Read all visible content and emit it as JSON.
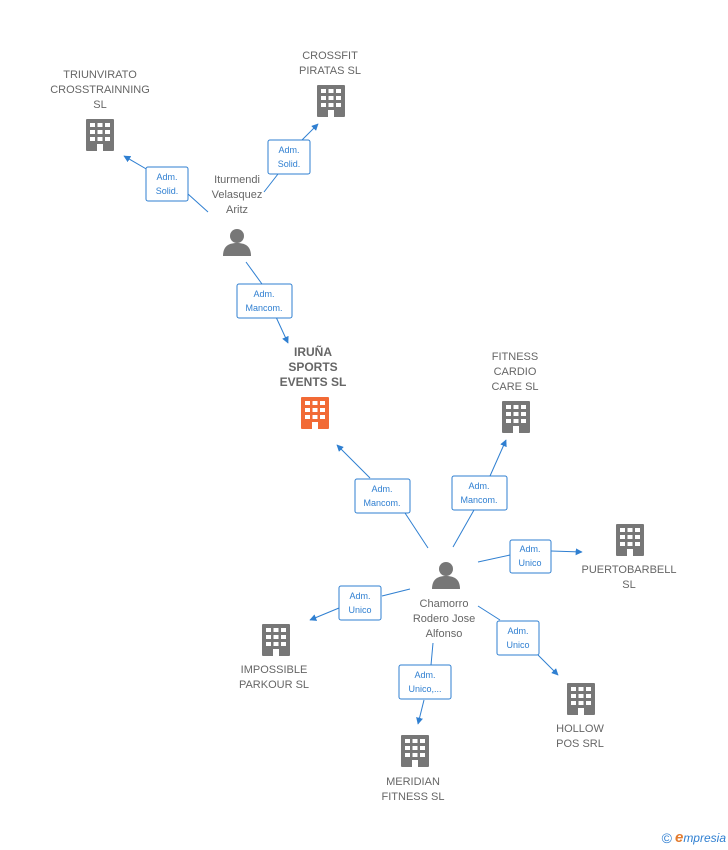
{
  "colors": {
    "edge": "#2f7fd1",
    "node_default": "#777777",
    "node_main": "#f26a35",
    "person": "#777777",
    "label": "#666666"
  },
  "nodes": {
    "triunvirato": {
      "lines": [
        "TRIUNVIRATO",
        "CROSSTRAINNING",
        "SL"
      ],
      "kind": "company"
    },
    "crossfit": {
      "lines": [
        "CROSSFIT",
        "PIRATAS SL"
      ],
      "kind": "company"
    },
    "iturmendi": {
      "lines": [
        "Iturmendi",
        "Velasquez",
        "Aritz"
      ],
      "kind": "person"
    },
    "iruna": {
      "lines": [
        "IRUÑA",
        "SPORTS",
        "EVENTS SL"
      ],
      "kind": "company-main"
    },
    "fitness_cardio": {
      "lines": [
        "FITNESS",
        "CARDIO",
        "CARE SL"
      ],
      "kind": "company"
    },
    "puertobarbell": {
      "lines": [
        "PUERTOBARBELL",
        "SL"
      ],
      "kind": "company"
    },
    "chamorro": {
      "lines": [
        "Chamorro",
        "Rodero Jose",
        "Alfonso"
      ],
      "kind": "person"
    },
    "impossible": {
      "lines": [
        "IMPOSSIBLE",
        "PARKOUR SL"
      ],
      "kind": "company"
    },
    "hollow": {
      "lines": [
        "HOLLOW",
        "POS SRL"
      ],
      "kind": "company"
    },
    "meridian": {
      "lines": [
        "MERIDIAN",
        "FITNESS SL"
      ],
      "kind": "company"
    }
  },
  "relations": [
    {
      "lines": [
        "Adm.",
        "Solid."
      ]
    },
    {
      "lines": [
        "Adm.",
        "Solid."
      ]
    },
    {
      "lines": [
        "Adm.",
        "Mancom."
      ]
    },
    {
      "lines": [
        "Adm.",
        "Mancom."
      ]
    },
    {
      "lines": [
        "Adm.",
        "Mancom."
      ]
    },
    {
      "lines": [
        "Adm.",
        "Unico"
      ]
    },
    {
      "lines": [
        "Adm.",
        "Unico"
      ]
    },
    {
      "lines": [
        "Adm.",
        "Unico"
      ]
    },
    {
      "lines": [
        "Adm.",
        "Unico,..."
      ]
    }
  ],
  "footer": {
    "copyright": "©",
    "brand_initial": "e",
    "brand_rest": "mpresia"
  }
}
